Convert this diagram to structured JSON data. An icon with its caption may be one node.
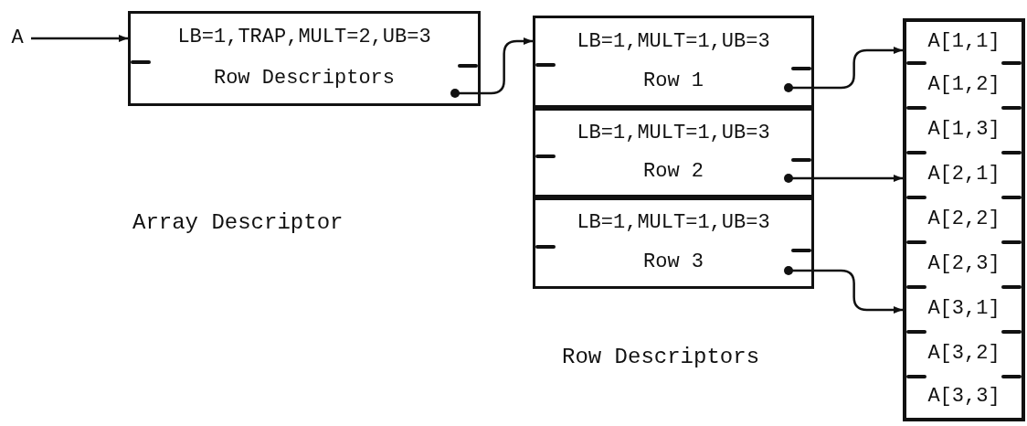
{
  "diagram": {
    "nodes": [
      {
        "text": [
          "A"
        ]
      },
      {
        "text": [
          "LB=1,TRAP,MULT=2,UB=3",
          "Row Descriptors"
        ]
      },
      {
        "text": [
          "LB=1,MULT=1,UB=3",
          "Row 1"
        ]
      },
      {
        "text": [
          "LB=1,MULT=1,UB=3",
          "Row 2"
        ]
      },
      {
        "text": [
          "LB=1,MULT=1,UB=3",
          "Row 3"
        ]
      },
      {
        "text": [
          "A[1,1]"
        ]
      },
      {
        "text": [
          "A[1,2]"
        ]
      },
      {
        "text": [
          "A[1,3]"
        ]
      },
      {
        "text": [
          "A[2,1]"
        ]
      },
      {
        "text": [
          "A[2,2]"
        ]
      },
      {
        "text": [
          "A[2,3]"
        ]
      },
      {
        "text": [
          "A[3,1]"
        ]
      },
      {
        "text": [
          "A[3,2]"
        ]
      },
      {
        "text": [
          "A[3,3]"
        ]
      }
    ],
    "edges": [
      {
        "from": 0,
        "to": 1,
        "arrow": "to"
      },
      {
        "from": 1,
        "to": 2,
        "arrow": "to"
      },
      {
        "from": 2,
        "to": 5,
        "arrow": "to"
      },
      {
        "from": 3,
        "to": 8,
        "arrow": "to"
      },
      {
        "from": 4,
        "to": 11,
        "arrow": "to"
      }
    ],
    "labels": [
      "Array Descriptor",
      "Row Descriptors"
    ]
  }
}
